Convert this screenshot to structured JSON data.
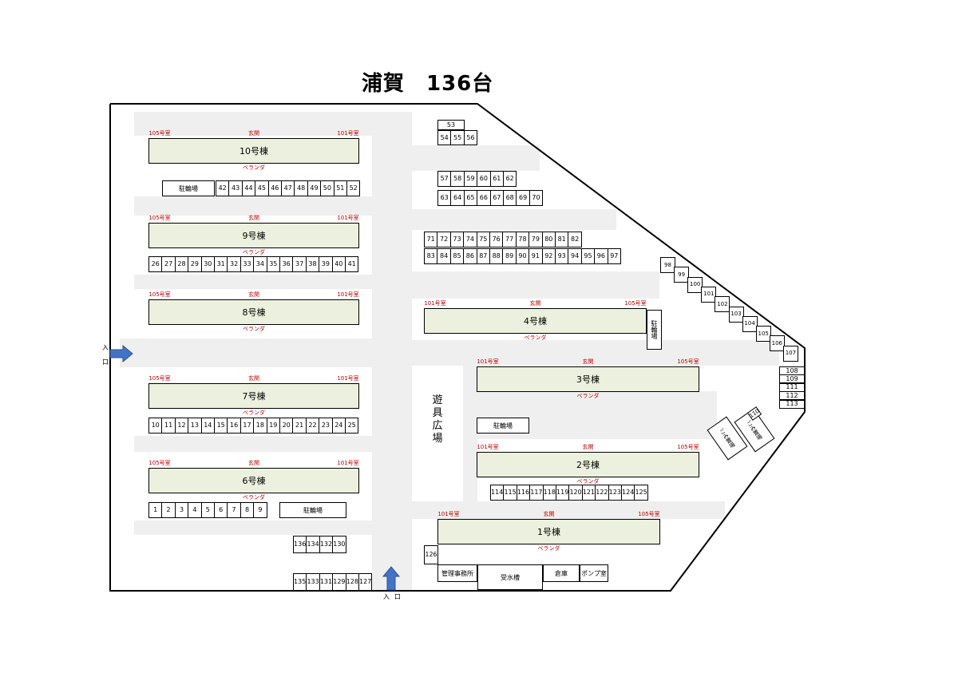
{
  "title": "浦賀　136台",
  "labels": {
    "entrance_room_a": "105号室",
    "entrance_room_b": "101号室",
    "genkan": "玄関",
    "veranda": "ベランダ",
    "bicycle": "駐輪場",
    "iri": "入",
    "guchi": "口"
  },
  "buildings": [
    {
      "id": "b10",
      "name": "10号棟",
      "left": "105号室",
      "right": "101号室"
    },
    {
      "id": "b9",
      "name": "9号棟",
      "left": "105号室",
      "right": "101号室"
    },
    {
      "id": "b8",
      "name": "8号棟",
      "left": "105号室",
      "right": "101号室"
    },
    {
      "id": "b7",
      "name": "7号棟",
      "left": "105号室",
      "right": "101号室"
    },
    {
      "id": "b6",
      "name": "6号棟",
      "left": "105号室",
      "right": "101号室"
    },
    {
      "id": "b4",
      "name": "4号棟",
      "left": "101号室",
      "right": "105号室"
    },
    {
      "id": "b3",
      "name": "3号棟",
      "left": "101号室",
      "right": "105号室"
    },
    {
      "id": "b2",
      "name": "2号棟",
      "left": "101号室",
      "right": "105号室"
    },
    {
      "id": "b1",
      "name": "1号棟",
      "left": "101号室",
      "right": "105号室"
    }
  ],
  "stall_rows": {
    "r42": [
      "42",
      "43",
      "44",
      "45",
      "46",
      "47",
      "48",
      "49",
      "50",
      "51",
      "52"
    ],
    "r26": [
      "26",
      "27",
      "28",
      "29",
      "30",
      "31",
      "32",
      "33",
      "34",
      "35",
      "36",
      "37",
      "38",
      "39",
      "40",
      "41"
    ],
    "r10": [
      "10",
      "11",
      "12",
      "13",
      "14",
      "15",
      "16",
      "17",
      "18",
      "19",
      "20",
      "21",
      "22",
      "23",
      "24",
      "25"
    ],
    "r1": [
      "1",
      "2",
      "3",
      "4",
      "5",
      "6",
      "7",
      "8",
      "9"
    ],
    "r53": [
      "53"
    ],
    "r54": [
      "54",
      "55",
      "56"
    ],
    "r57": [
      "57",
      "58",
      "59",
      "60",
      "61",
      "62"
    ],
    "r63": [
      "63",
      "64",
      "65",
      "66",
      "67",
      "68",
      "69",
      "70"
    ],
    "r71": [
      "71",
      "72",
      "73",
      "74",
      "75",
      "76",
      "77",
      "78",
      "79",
      "80",
      "81",
      "82"
    ],
    "r83": [
      "83",
      "84",
      "85",
      "86",
      "87",
      "88",
      "89",
      "90",
      "91",
      "92",
      "93",
      "94",
      "95",
      "96",
      "97"
    ],
    "r114": [
      "114",
      "115",
      "116",
      "117",
      "118",
      "119",
      "120",
      "121",
      "122",
      "123",
      "124",
      "125"
    ],
    "r136": [
      "136",
      "134",
      "132",
      "130"
    ],
    "r135": [
      "135",
      "133",
      "131",
      "129",
      "128",
      "127"
    ],
    "r108": [
      "108",
      "109",
      "111",
      "112",
      "113"
    ],
    "diag": [
      "98",
      "99",
      "100",
      "101",
      "102",
      "103",
      "104",
      "105",
      "106",
      "107"
    ],
    "r126": [
      "126"
    ]
  },
  "facilities": {
    "playground": "遊具広場",
    "office": "管理事務所",
    "water_tank": "受水槽",
    "warehouse": "倉庫",
    "pump_room": "ポンプ室",
    "garbage": "ごみ置場",
    "stall_110": "110"
  }
}
